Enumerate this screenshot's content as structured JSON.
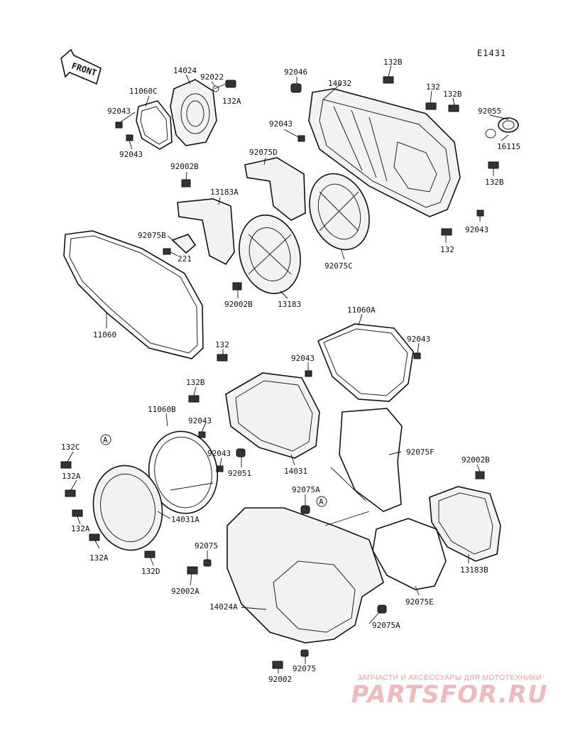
{
  "diagram_id": "E1431",
  "front_label": "FRONT",
  "callouts": [
    {
      "id": "14024",
      "text": "14024"
    },
    {
      "id": "92022",
      "text": "92022"
    },
    {
      "id": "11060C",
      "text": "11060C"
    },
    {
      "id": "132A_top",
      "text": "132A"
    },
    {
      "id": "92043_a",
      "text": "92043"
    },
    {
      "id": "92043_b",
      "text": "92043"
    },
    {
      "id": "92046",
      "text": "92046"
    },
    {
      "id": "14032",
      "text": "14032"
    },
    {
      "id": "132B_a",
      "text": "132B"
    },
    {
      "id": "132_a",
      "text": "132"
    },
    {
      "id": "132B_b",
      "text": "132B"
    },
    {
      "id": "92055",
      "text": "92055"
    },
    {
      "id": "16115",
      "text": "16115"
    },
    {
      "id": "92043_c",
      "text": "92043"
    },
    {
      "id": "132B_c",
      "text": "132B"
    },
    {
      "id": "92075D",
      "text": "92075D"
    },
    {
      "id": "92002B_a",
      "text": "92002B"
    },
    {
      "id": "13183A",
      "text": "13183A"
    },
    {
      "id": "92043_d",
      "text": "92043"
    },
    {
      "id": "132_b",
      "text": "132"
    },
    {
      "id": "92075B",
      "text": "92075B"
    },
    {
      "id": "221",
      "text": "221"
    },
    {
      "id": "92075C",
      "text": "92075C"
    },
    {
      "id": "92002B_b",
      "text": "92002B"
    },
    {
      "id": "13183",
      "text": "13183"
    },
    {
      "id": "11060",
      "text": "11060"
    },
    {
      "id": "11060A",
      "text": "11060A"
    },
    {
      "id": "92043_e",
      "text": "92043"
    },
    {
      "id": "132_c",
      "text": "132"
    },
    {
      "id": "92043_f",
      "text": "92043"
    },
    {
      "id": "132B_d",
      "text": "132B"
    },
    {
      "id": "11060B",
      "text": "11060B"
    },
    {
      "id": "92043_g",
      "text": "92043"
    },
    {
      "id": "132C",
      "text": "132C"
    },
    {
      "id": "A_1",
      "text": "A"
    },
    {
      "id": "92043_h",
      "text": "92043"
    },
    {
      "id": "92051",
      "text": "92051"
    },
    {
      "id": "14031",
      "text": "14031"
    },
    {
      "id": "92075F",
      "text": "92075F"
    },
    {
      "id": "132A_a",
      "text": "132A"
    },
    {
      "id": "92002B_c",
      "text": "92002B"
    },
    {
      "id": "92075A_a",
      "text": "92075A"
    },
    {
      "id": "A_2",
      "text": "A"
    },
    {
      "id": "14031A",
      "text": "14031A"
    },
    {
      "id": "132A_b",
      "text": "132A"
    },
    {
      "id": "132A_c",
      "text": "132A"
    },
    {
      "id": "92075_a",
      "text": "92075"
    },
    {
      "id": "13183B",
      "text": "13183B"
    },
    {
      "id": "132D",
      "text": "132D"
    },
    {
      "id": "92002A",
      "text": "92002A"
    },
    {
      "id": "92075E",
      "text": "92075E"
    },
    {
      "id": "14024A",
      "text": "14024A"
    },
    {
      "id": "92075A_b",
      "text": "92075A"
    },
    {
      "id": "92075_b",
      "text": "92075"
    },
    {
      "id": "92002",
      "text": "92002"
    }
  ],
  "watermark": {
    "tagline": "ЗАПЧАСТИ И АКСЕССУАРЫ ДЛЯ МОТОТЕХНИКИ",
    "logo": "PARTSFOR.RU"
  }
}
